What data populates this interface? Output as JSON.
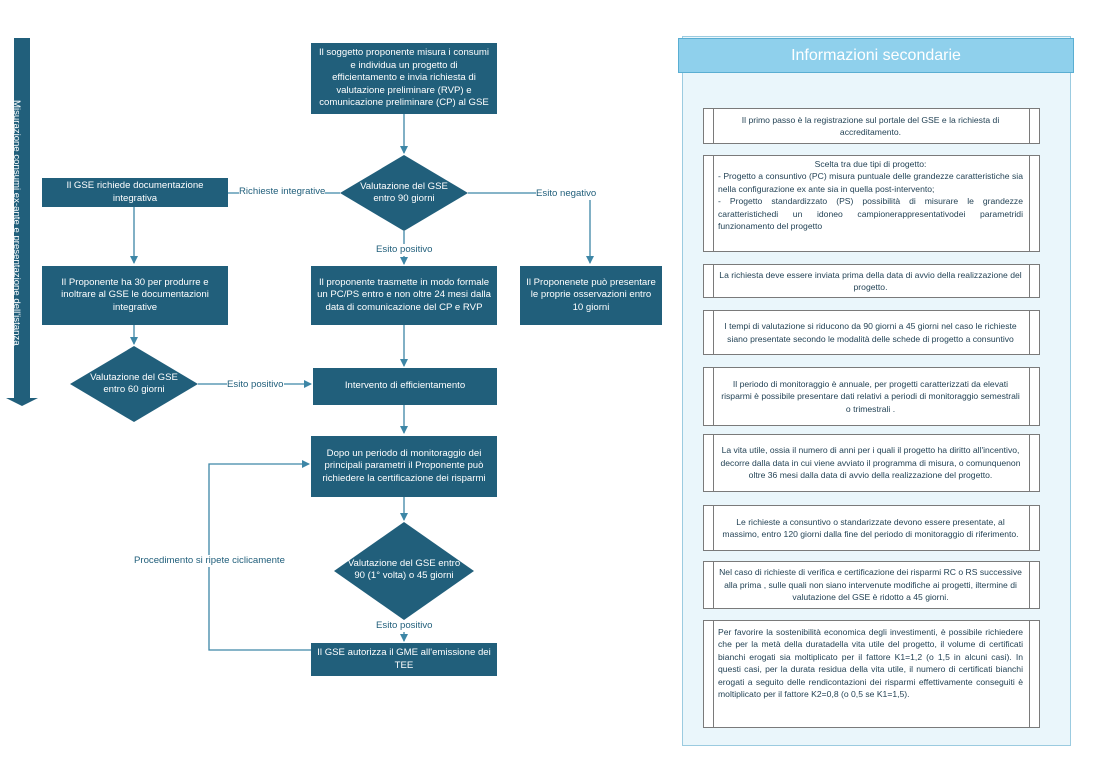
{
  "side_label": "Misurazione consumi ex-ante e presentazione dell'istanza",
  "flow": {
    "start": "Il soggetto proponente misura i consumi e individua un progetto di efficientamento e invia richiesta di valutazione preliminare (RVP) e comunicazione preliminare (CP) al GSE",
    "decision1": "Valutazione del GSE entro 90 giorni",
    "gse_docs": "Il GSE richiede documentazione integrativa",
    "proponent_30": "Il Proponente ha 30 per produrre e inoltrare al GSE le documentazioni integrative",
    "decision2": "Valutazione del GSE entro 60 giorni",
    "transmit": "Il proponente trasmette in modo formale un PC/PS entro e non oltre 24 mesi dalla data di comunicazione del CP e RVP",
    "observations": "Il Proponenete può presentare le proprie osservazioni entro 10 giorni",
    "intervention": "Intervento di efficientamento",
    "monitoring": "Dopo un periodo di monitoraggio dei principali parametri il Proponente può richiedere la certificazione dei risparmi",
    "decision3": "Valutazione del GSE entro 90 (1° volta) o 45 giorni",
    "authorize": "Il GSE autorizza il GME all'emissione dei TEE"
  },
  "edge_labels": {
    "richieste": "Richieste integrative",
    "negativo": "Esito negativo",
    "positivo1": "Esito positivo",
    "positivo2": "Esito positivo",
    "positivo3": "Esito positivo",
    "ciclo": "Procedimento si ripete ciclicamente"
  },
  "panel": {
    "title": "Informazioni secondarie",
    "items": [
      "Il primo passo è la registrazione sul portale del GSE e la  richiesta di accreditamento.",
      "Scelta tra due tipi di progetto:",
      "- Progetto a consuntivo (PC) misura puntuale delle grandezze caratteristiche sia nella configurazione ex ante sia in quella post-intervento;",
      "- Progetto standardizzato (PS) possibilità di misurare le grandezze caratteristichedi un idoneo campionerappresentativodei parametridi funzionamento del progetto",
      "La richiesta deve essere inviata  prima della data di avvio della realizzazione del progetto.",
      "I tempi di valutazione si riducono da 90 giorni a 45  giorni nel caso le richieste siano presentate secondo le modalità delle schede di progetto a consuntivo",
      "Il periodo di monitoraggio è annuale, per progetti caratterizzati da elevati risparmi è possibile presentare dati relativi a periodi di monitoraggio semestrali o trimestrali .",
      "La vita utile, ossia il numero di anni per i quali il progetto  ha diritto all'incentivo, decorre dalla data in cui viene avviato il programma di misura, o comunquenon oltre 36 mesi dalla data di avvio della realizzazione del progetto.",
      "Le richieste a consuntivo o standarizzate devono essere presentate, al massimo, entro 120 giorni dalla fine del periodo di monitoraggio di riferimento.",
      "Nel caso di richieste di verifica e certificazione dei risparmi RC o RS successive alla prima , sulle quali non siano intervenute modifiche ai progetti, iltermine di valutazione del GSE è ridotto a 45 giorni.",
      "Per favorire la sostenibilità economica degli investimenti, è possibile richiedere che per la metà della duratadella vita utile del progetto, il volume di certificati bianchi erogati sia moltiplicato per il fattore K1=1,2 (o 1,5 in alcuni casi). In questi casi, per la durata residua della vita utile, il numero di certificati bianchi erogati a seguito delle rendicontazioni dei risparmi effettivamente conseguiti è moltiplicato per il fattore K2=0,8 (o 0,5 se K1=1,5)."
    ]
  },
  "colors": {
    "node": "#215f7b",
    "arrow": "#3d86a6",
    "panel_title": "#8fd0ec",
    "panel_bg": "#eaf6fb"
  }
}
